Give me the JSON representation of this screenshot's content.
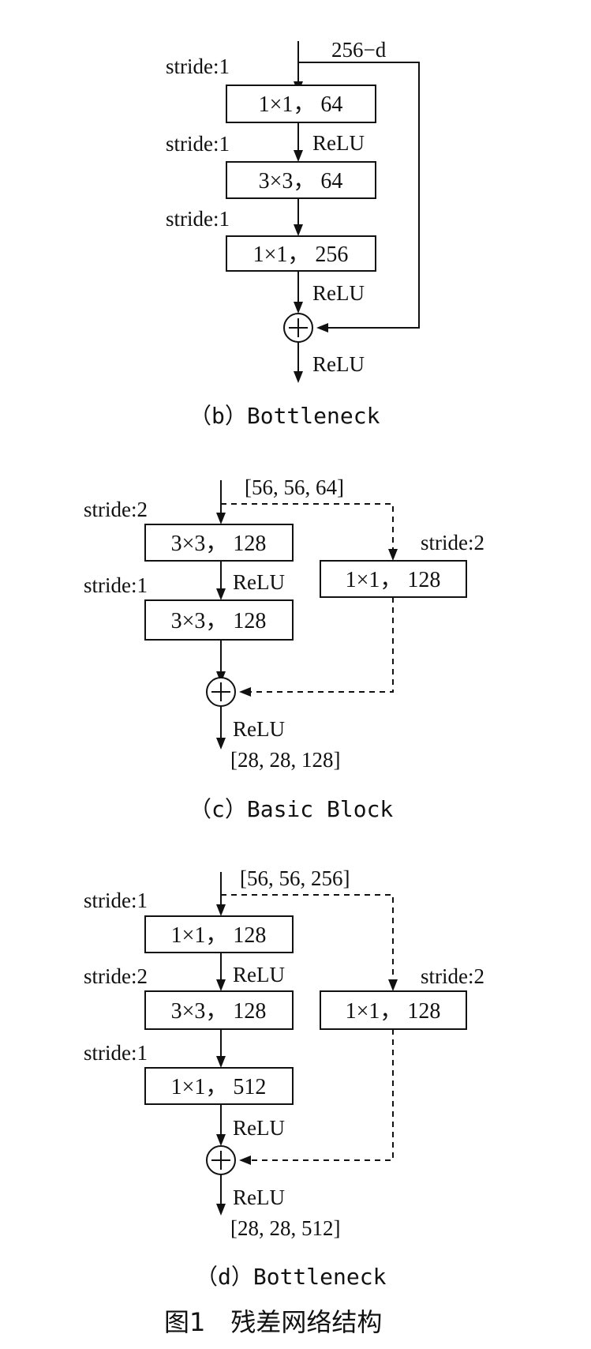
{
  "diagram_b": {
    "input_label": "256−d",
    "strides": [
      "stride:1",
      "stride:1",
      "stride:1"
    ],
    "boxes": [
      "1×1， 64",
      "3×3， 64",
      "1×1， 256"
    ],
    "relu_1": "ReLU",
    "relu_2": "ReLU",
    "relu_out": "ReLU",
    "caption": "（b）Bottleneck"
  },
  "diagram_c": {
    "input_shape": "[56, 56, 64]",
    "strides": [
      "stride:2",
      "stride:1"
    ],
    "boxes": [
      "3×3， 128",
      "3×3， 128"
    ],
    "shortcut_stride": "stride:2",
    "shortcut_box": "1×1， 128",
    "relu_1": "ReLU",
    "relu_out": "ReLU",
    "output_shape": "[28, 28, 128]",
    "caption": "（c）Basic Block"
  },
  "diagram_d": {
    "input_shape": "[56, 56, 256]",
    "strides": [
      "stride:1",
      "stride:2",
      "stride:1"
    ],
    "boxes": [
      "1×1， 128",
      "3×3， 128",
      "1×1， 512"
    ],
    "shortcut_stride": "stride:2",
    "shortcut_box": "1×1， 128",
    "relu_1": "ReLU",
    "relu_2": "ReLU",
    "relu_out": "ReLU",
    "output_shape": "[28, 28, 512]",
    "caption": "（d）Bottleneck"
  },
  "figure_caption": "图1　残差网络结构"
}
